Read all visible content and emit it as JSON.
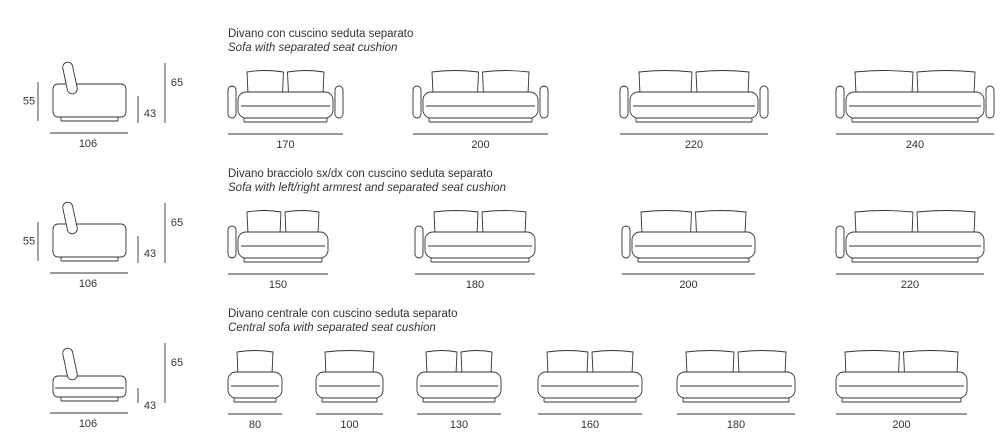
{
  "sections": [
    {
      "title_it": "Divano con cuscino seduta separato",
      "title_en": "Sofa with separated seat cushion",
      "side": {
        "depth": "106",
        "height": "55",
        "seat_height": "43",
        "total_height": "65"
      },
      "widths": [
        "170",
        "200",
        "220",
        "240"
      ],
      "arms": "both"
    },
    {
      "title_it": "Divano bracciolo sx/dx con cuscino seduta separato",
      "title_en": "Sofa with left/right armrest and separated seat cushion",
      "side": {
        "depth": "106",
        "height": "55",
        "seat_height": "43",
        "total_height": "65"
      },
      "widths": [
        "150",
        "180",
        "200",
        "220"
      ],
      "arms": "left"
    },
    {
      "title_it": "Divano centrale con cuscino seduta separato",
      "title_en": "Central sofa with separated seat cushion",
      "side": {
        "depth": "106",
        "seat_height": "43",
        "total_height": "65"
      },
      "widths": [
        "80",
        "100",
        "130",
        "160",
        "180",
        "200"
      ],
      "arms": "none"
    }
  ],
  "colors": {
    "line": "#333333",
    "text": "#333333"
  }
}
